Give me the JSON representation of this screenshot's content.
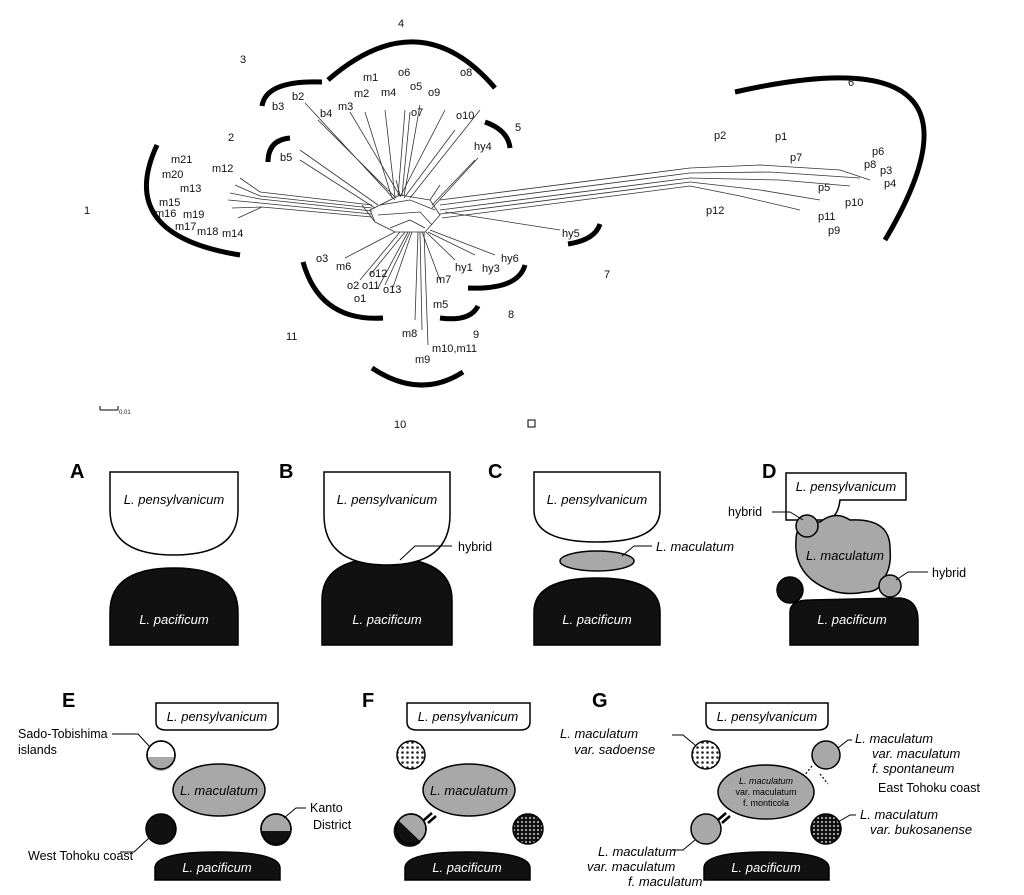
{
  "network": {
    "scale_label": "0.01",
    "groups": [
      {
        "label": "1"
      },
      {
        "label": "2"
      },
      {
        "label": "3"
      },
      {
        "label": "4"
      },
      {
        "label": "5"
      },
      {
        "label": "6"
      },
      {
        "label": "7"
      },
      {
        "label": "8"
      },
      {
        "label": "9"
      },
      {
        "label": "10"
      },
      {
        "label": "11"
      }
    ],
    "taxa": [
      "m21",
      "m12",
      "m20",
      "m13",
      "m15",
      "m16",
      "m19",
      "m17",
      "m18",
      "m14",
      "b5",
      "b3",
      "b2",
      "b4",
      "m1",
      "m2",
      "m4",
      "m3",
      "o6",
      "o5",
      "o9",
      "o8",
      "o7",
      "o10",
      "hy4",
      "p2",
      "p1",
      "p6",
      "p7",
      "p8",
      "p3",
      "p4",
      "p5",
      "p10",
      "p12",
      "p11",
      "p9",
      "hy5",
      "hy6",
      "hy1",
      "hy3",
      "m7",
      "m5",
      "o3",
      "m6",
      "o12",
      "o2",
      "o11",
      "o13",
      "o1",
      "m8",
      "m9",
      "m10,m11"
    ]
  },
  "panels": {
    "A": {
      "letter": "A",
      "top": "L. pensylvanicum",
      "bottom": "L. pacificum"
    },
    "B": {
      "letter": "B",
      "top": "L. pensylvanicum",
      "bottom": "L. pacificum",
      "hybrid": "hybrid"
    },
    "C": {
      "letter": "C",
      "top": "L. pensylvanicum",
      "bottom": "L. pacificum",
      "middle": "L. maculatum"
    },
    "D": {
      "letter": "D",
      "top": "L. pensylvanicum",
      "bottom": "L. pacificum",
      "middle": "L. maculatum",
      "hybrid1": "hybrid",
      "hybrid2": "hybrid"
    },
    "E": {
      "letter": "E",
      "top": "L. pensylvanicum",
      "bottom": "L. pacificum",
      "middle": "L. maculatum",
      "sado_line1": "Sado-Tobishima",
      "sado_line2": "islands",
      "kanto_line1": "Kanto",
      "kanto_line2": "District",
      "west": "West Tohoku coast"
    },
    "F": {
      "letter": "F",
      "top": "L. pensylvanicum",
      "bottom": "L. pacificum",
      "middle": "L. maculatum"
    },
    "G": {
      "letter": "G",
      "top": "L. pensylvanicum",
      "bottom": "L. pacificum",
      "sado1": "L. maculatum",
      "sado2": "var. sadoense",
      "spont1": "L. maculatum",
      "spont2": "var. maculatum",
      "spont3": "f. spontaneum",
      "east": "East Tohoku coast",
      "buko1": "L. maculatum",
      "buko2": "var. bukosanense",
      "mac1": "L. maculatum",
      "mac2": "var. maculatum",
      "mac3": "f. maculatum",
      "mid1": "L. maculatum",
      "mid2": "var. maculatum",
      "mid3": "f. monticola"
    }
  }
}
